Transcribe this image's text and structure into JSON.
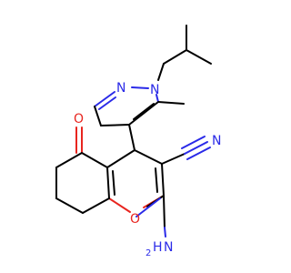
{
  "colors": {
    "bond": "#000000",
    "nitrogen": "#2a2ae8",
    "oxygen": "#e8251f",
    "background": "#ffffff"
  },
  "atoms": {
    "n1": "N",
    "n2": "N",
    "o_ketone": "O",
    "o_ring": "O",
    "n_nitrile": "N",
    "nh2": "H",
    "nh2_n": "N",
    "nh2_sub": "2"
  }
}
